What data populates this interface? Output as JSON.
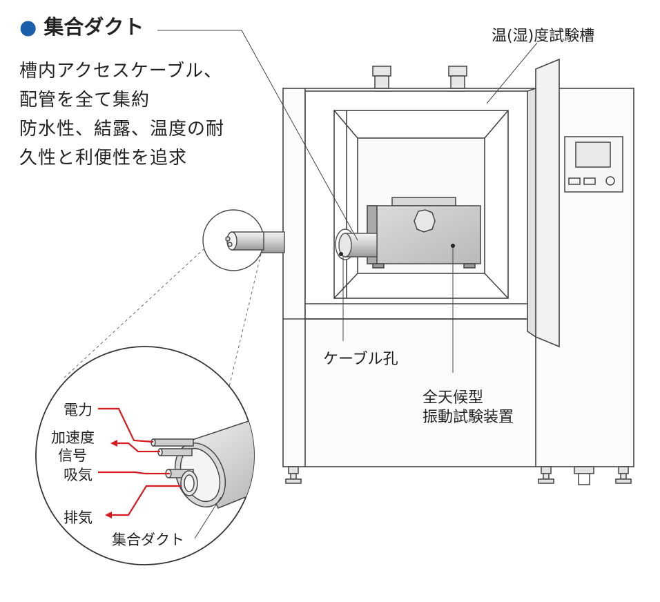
{
  "heading": {
    "bullet": "●",
    "title": "集合ダクト",
    "lines": [
      "槽内アクセスケーブル、",
      "配管を全て集約",
      "防水性、結露、温度の耐",
      "久性と利便性を追求"
    ]
  },
  "labels": {
    "chamber": "温(湿)度試験槽",
    "cable_hole": "ケーブル孔",
    "device_line1": "全天候型",
    "device_line2": "振動試験装置",
    "power": "電力",
    "accel_line1": "加速度",
    "accel_line2": "信号",
    "intake": "吸気",
    "exhaust": "排気",
    "duct": "集合ダクト"
  },
  "colors": {
    "accent_blue": "#1a5faa",
    "line_red": "#d71920",
    "outline": "#333333",
    "fill_light": "#eeeeee",
    "fill_mid": "#cfcfcf"
  }
}
